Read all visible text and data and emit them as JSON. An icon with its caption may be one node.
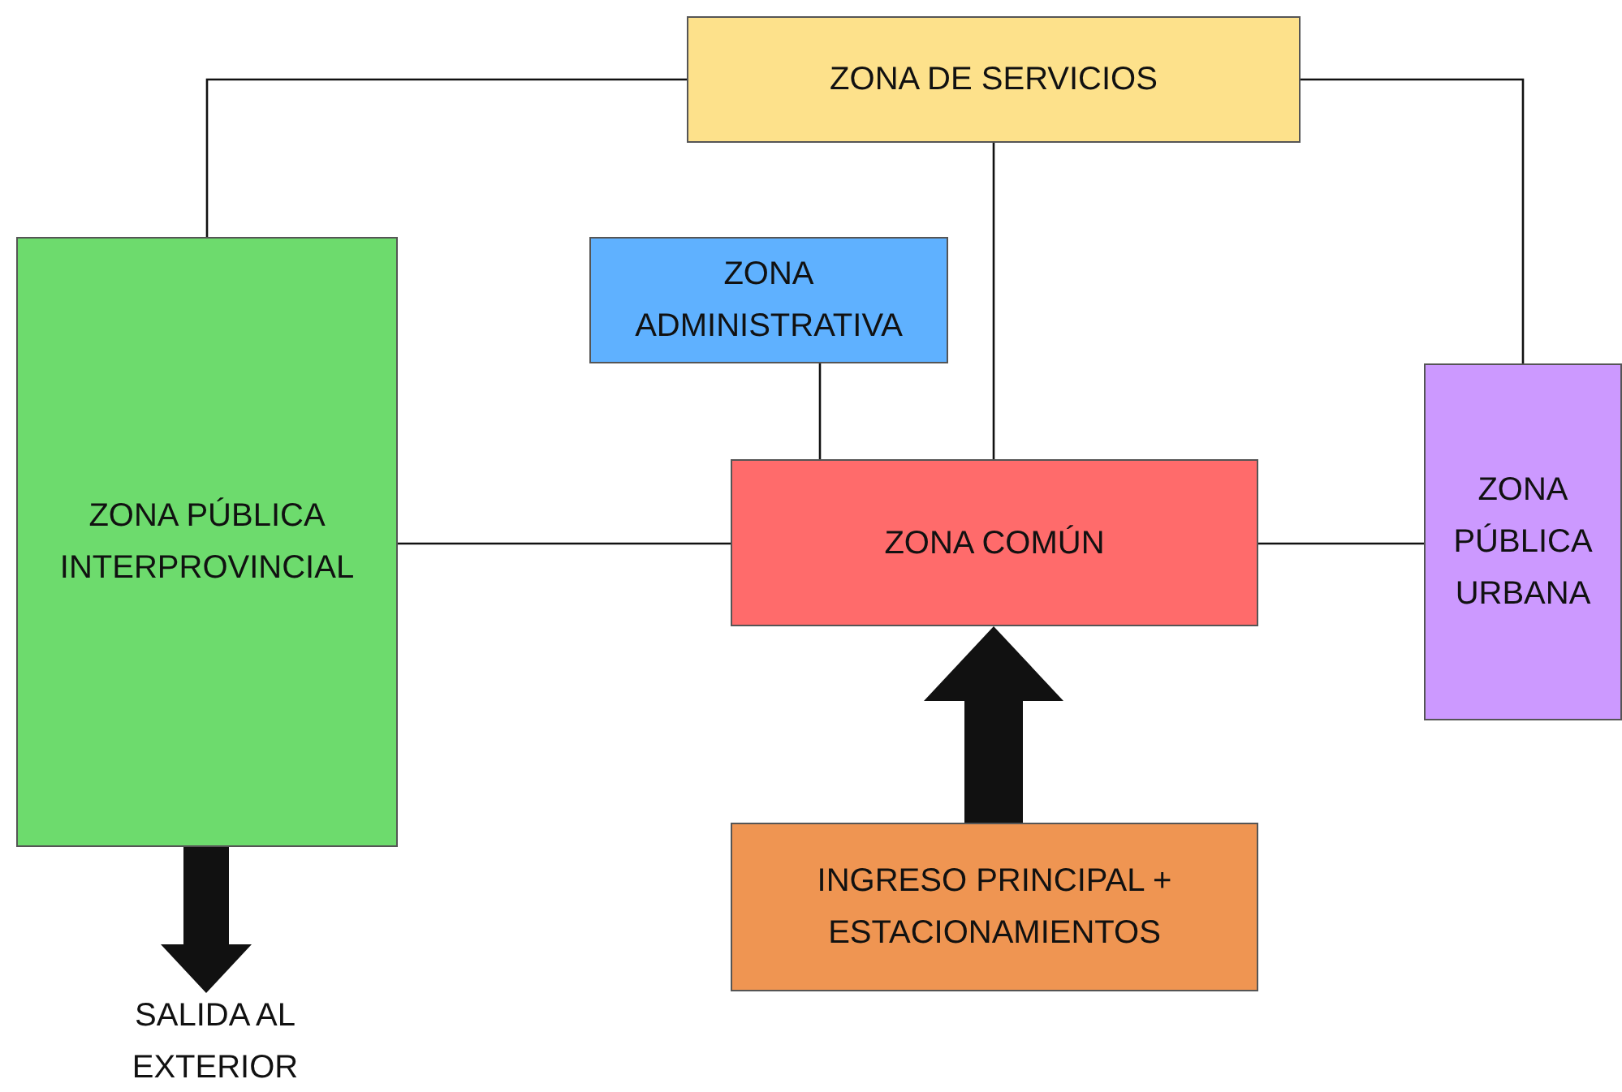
{
  "diagram": {
    "nodes": [
      {
        "text": [
          "ZONA DE SERVICIOS"
        ]
      },
      {
        "text": [
          "ZONA ADMINISTRATIVA"
        ]
      },
      {
        "text": [
          "ZONA PÚBLICA INTERPROVINCIAL"
        ]
      },
      {
        "text": [
          "ZONA COMÚN"
        ]
      },
      {
        "text": [
          "ZONA PÚBLICA URBANA"
        ]
      },
      {
        "text": [
          "INGRESO PRINCIPAL + ESTACIONAMIENTOS"
        ]
      },
      {
        "text": [
          "SALIDA AL EXTERIOR"
        ]
      }
    ],
    "edges": [
      {
        "from": 0,
        "to": 2,
        "arrow": "none"
      },
      {
        "from": 0,
        "to": 4,
        "arrow": "none"
      },
      {
        "from": 0,
        "to": 3,
        "arrow": "none"
      },
      {
        "from": 1,
        "to": 3,
        "arrow": "none"
      },
      {
        "from": 2,
        "to": 3,
        "arrow": "none"
      },
      {
        "from": 3,
        "to": 4,
        "arrow": "none"
      },
      {
        "from": 5,
        "to": 3,
        "arrow": "to",
        "style": "thick"
      },
      {
        "from": 2,
        "to": 6,
        "arrow": "to",
        "style": "thick"
      }
    ]
  }
}
